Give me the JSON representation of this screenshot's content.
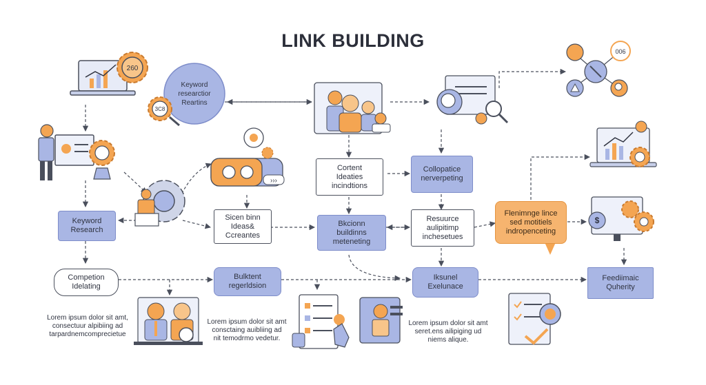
{
  "title": "LINK BUILDING",
  "nodes": {
    "keyword_research_top": "Keyword\nresearctior\nReartins",
    "keyword_research": "Keyword\nResearch",
    "competition": "Competion\nIdelating",
    "content_ideas": "Cortent\nIdeaties\nincindtions",
    "strategy_ideas": "Sicen binn\nIdeas&\nCcreantes",
    "backlink_building": "Bkcionn\nbuildinns\nmeteneting",
    "building_regression": "Bulktent\nregerldsion",
    "collaborative_networking": "Collopatice\nnerverpeting",
    "resource_building": "Resuurce\naulipitimp\ninchesetues",
    "financial_exuberance": "Iksunel\nExelunace",
    "flexible_improvements": "Flenimnge lince\nsed motitiels\nindropenceting",
    "feedback_quality": "Feediimaic\nQuherity"
  },
  "captions": {
    "caption_left": "Lorem ipsum dolor sit amt,\nconsectuur alpibiing ad\ntarpardnemcomprecietue",
    "caption_middle": "Lorem ipsum dolor sit amt\nconsctaing auibliing ad\nnit temodrmo vedetur.",
    "caption_right": "Lorem ipsum dolor sit amt\nseret.ens ailipiging ud\nniems alique."
  },
  "icon_labels": {
    "gear_top_left": "260",
    "gear_keyword": "3C8",
    "circle_top_right": "006"
  },
  "colors": {
    "blue_fill": "#a9b6e4",
    "blue_stroke": "#7d8cc9",
    "orange": "#f4a552",
    "line": "#4a4f5c",
    "dark": "#2f3340"
  }
}
